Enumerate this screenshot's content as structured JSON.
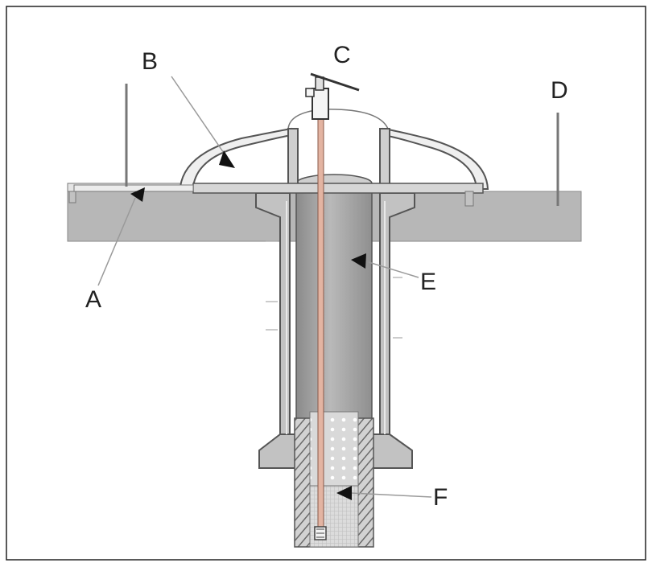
{
  "labels": {
    "a": "A",
    "b": "B",
    "c": "C",
    "d": "D",
    "e": "E",
    "f": "F"
  },
  "colors": {
    "ground": "#b7b7b7",
    "pipe": "#a3a3a3",
    "outline": "#555555",
    "arrow": "#111111",
    "rod": "#e3b4a2",
    "filter": "#cfcfcf"
  }
}
